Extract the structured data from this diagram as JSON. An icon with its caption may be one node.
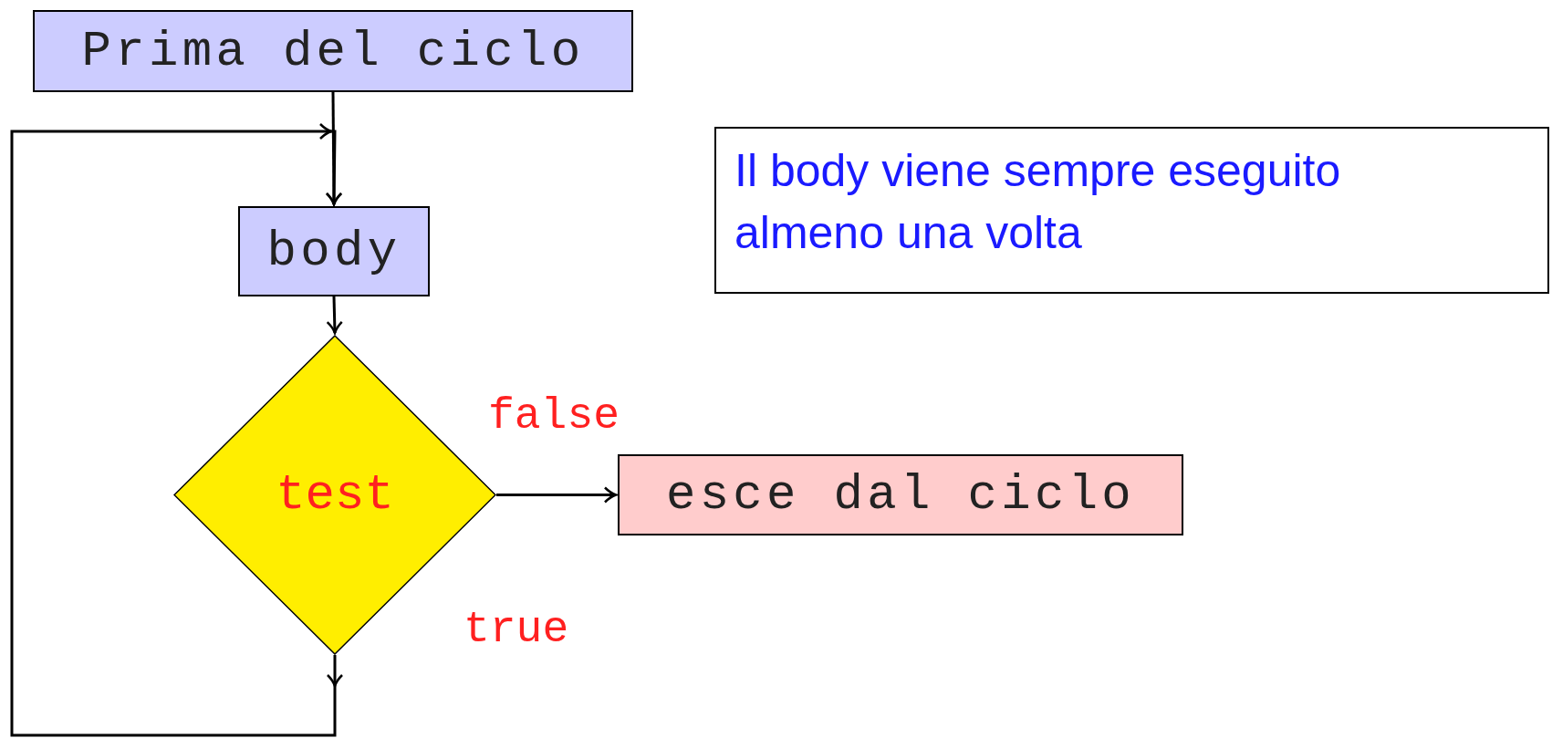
{
  "diagram": {
    "nodes": [
      {
        "text": [
          "Prima del ciclo"
        ]
      },
      {
        "text": [
          "body"
        ]
      },
      {
        "text": [
          "test"
        ]
      },
      {
        "text": [
          "esce dal ciclo"
        ]
      },
      {
        "text": [
          "Il body viene sempre eseguito almeno una volta"
        ]
      }
    ],
    "edges": [
      {
        "from": 0,
        "to": 1,
        "arrow": "to"
      },
      {
        "from": 1,
        "to": 2,
        "arrow": "to"
      },
      {
        "from": 2,
        "to": 3,
        "arrow": "to",
        "label": "false"
      },
      {
        "from": 2,
        "to": 1,
        "arrow": "to",
        "label": "true"
      }
    ]
  }
}
